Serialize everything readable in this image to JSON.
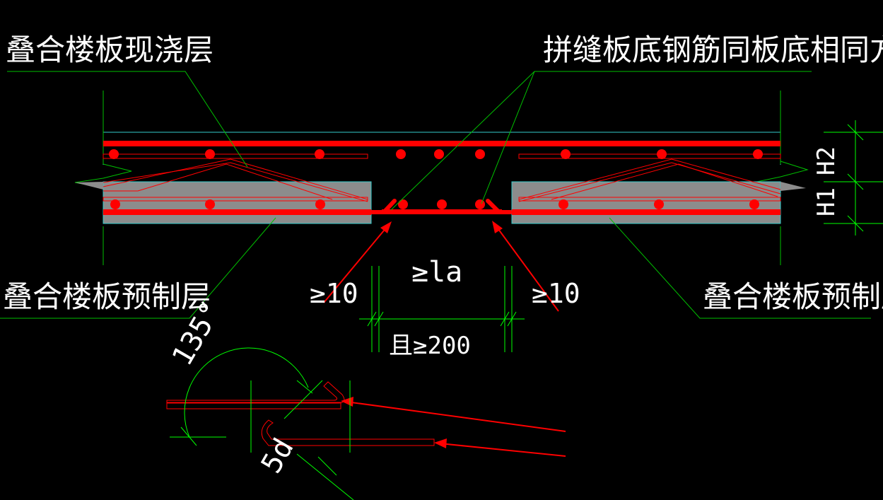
{
  "labels": {
    "cast_layer": "叠合楼板现浇层",
    "seam_rebar": "拼缝板底钢筋同板底相同方向",
    "precast_left": "叠合楼板预制层",
    "precast_right": "叠合楼板预制层",
    "h2": "H2",
    "h1": "H1",
    "anchor_len": "≥la",
    "gap_left": "≥10",
    "gap_right": "≥10",
    "width_min": "且≥200",
    "hook_angle": "135°",
    "hook_len": "5d"
  },
  "colors": {
    "background": "#000000",
    "rebar": "#ff0000",
    "leader": "#00c000",
    "dim": "#00ff00",
    "slab": "#8c8c8c",
    "outline": "#33cccc",
    "text": "#ffffff"
  }
}
